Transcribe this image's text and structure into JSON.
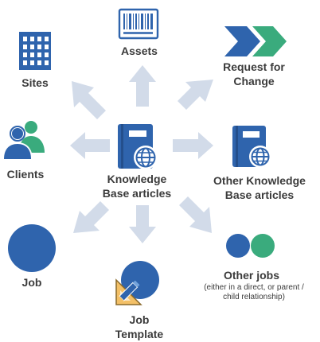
{
  "center": {
    "line1": "Knowledge",
    "line2": "Base articles"
  },
  "nodes": {
    "assets": "Assets",
    "rfc_line1": "Request for",
    "rfc_line2": "Change",
    "sites": "Sites",
    "clients": "Clients",
    "other_kb_line1": "Other Knowledge",
    "other_kb_line2": "Base articles",
    "job": "Job",
    "job_template_line1": "Job",
    "job_template_line2": "Template",
    "other_jobs": "Other jobs",
    "other_jobs_note_line1": "(either in a direct, or parent /",
    "other_jobs_note_line2": "child relationship)"
  },
  "icons": {
    "assets": "barcode-icon",
    "rfc": "chevron-arrows-icon",
    "sites": "building-icon",
    "clients": "people-icon",
    "center": "book-globe-icon",
    "other_kb": "book-globe-icon",
    "job": "blue-circle-icon",
    "job_template": "template-icon",
    "other_jobs": "two-circles-icon"
  },
  "colors": {
    "arrow": "#d2dbe9",
    "primary_blue": "#2f64ad",
    "light_blue": "#73a3dc",
    "green": "#3aab7d",
    "label": "#3b3b3b",
    "pencil_yellow": "#f3c067"
  }
}
